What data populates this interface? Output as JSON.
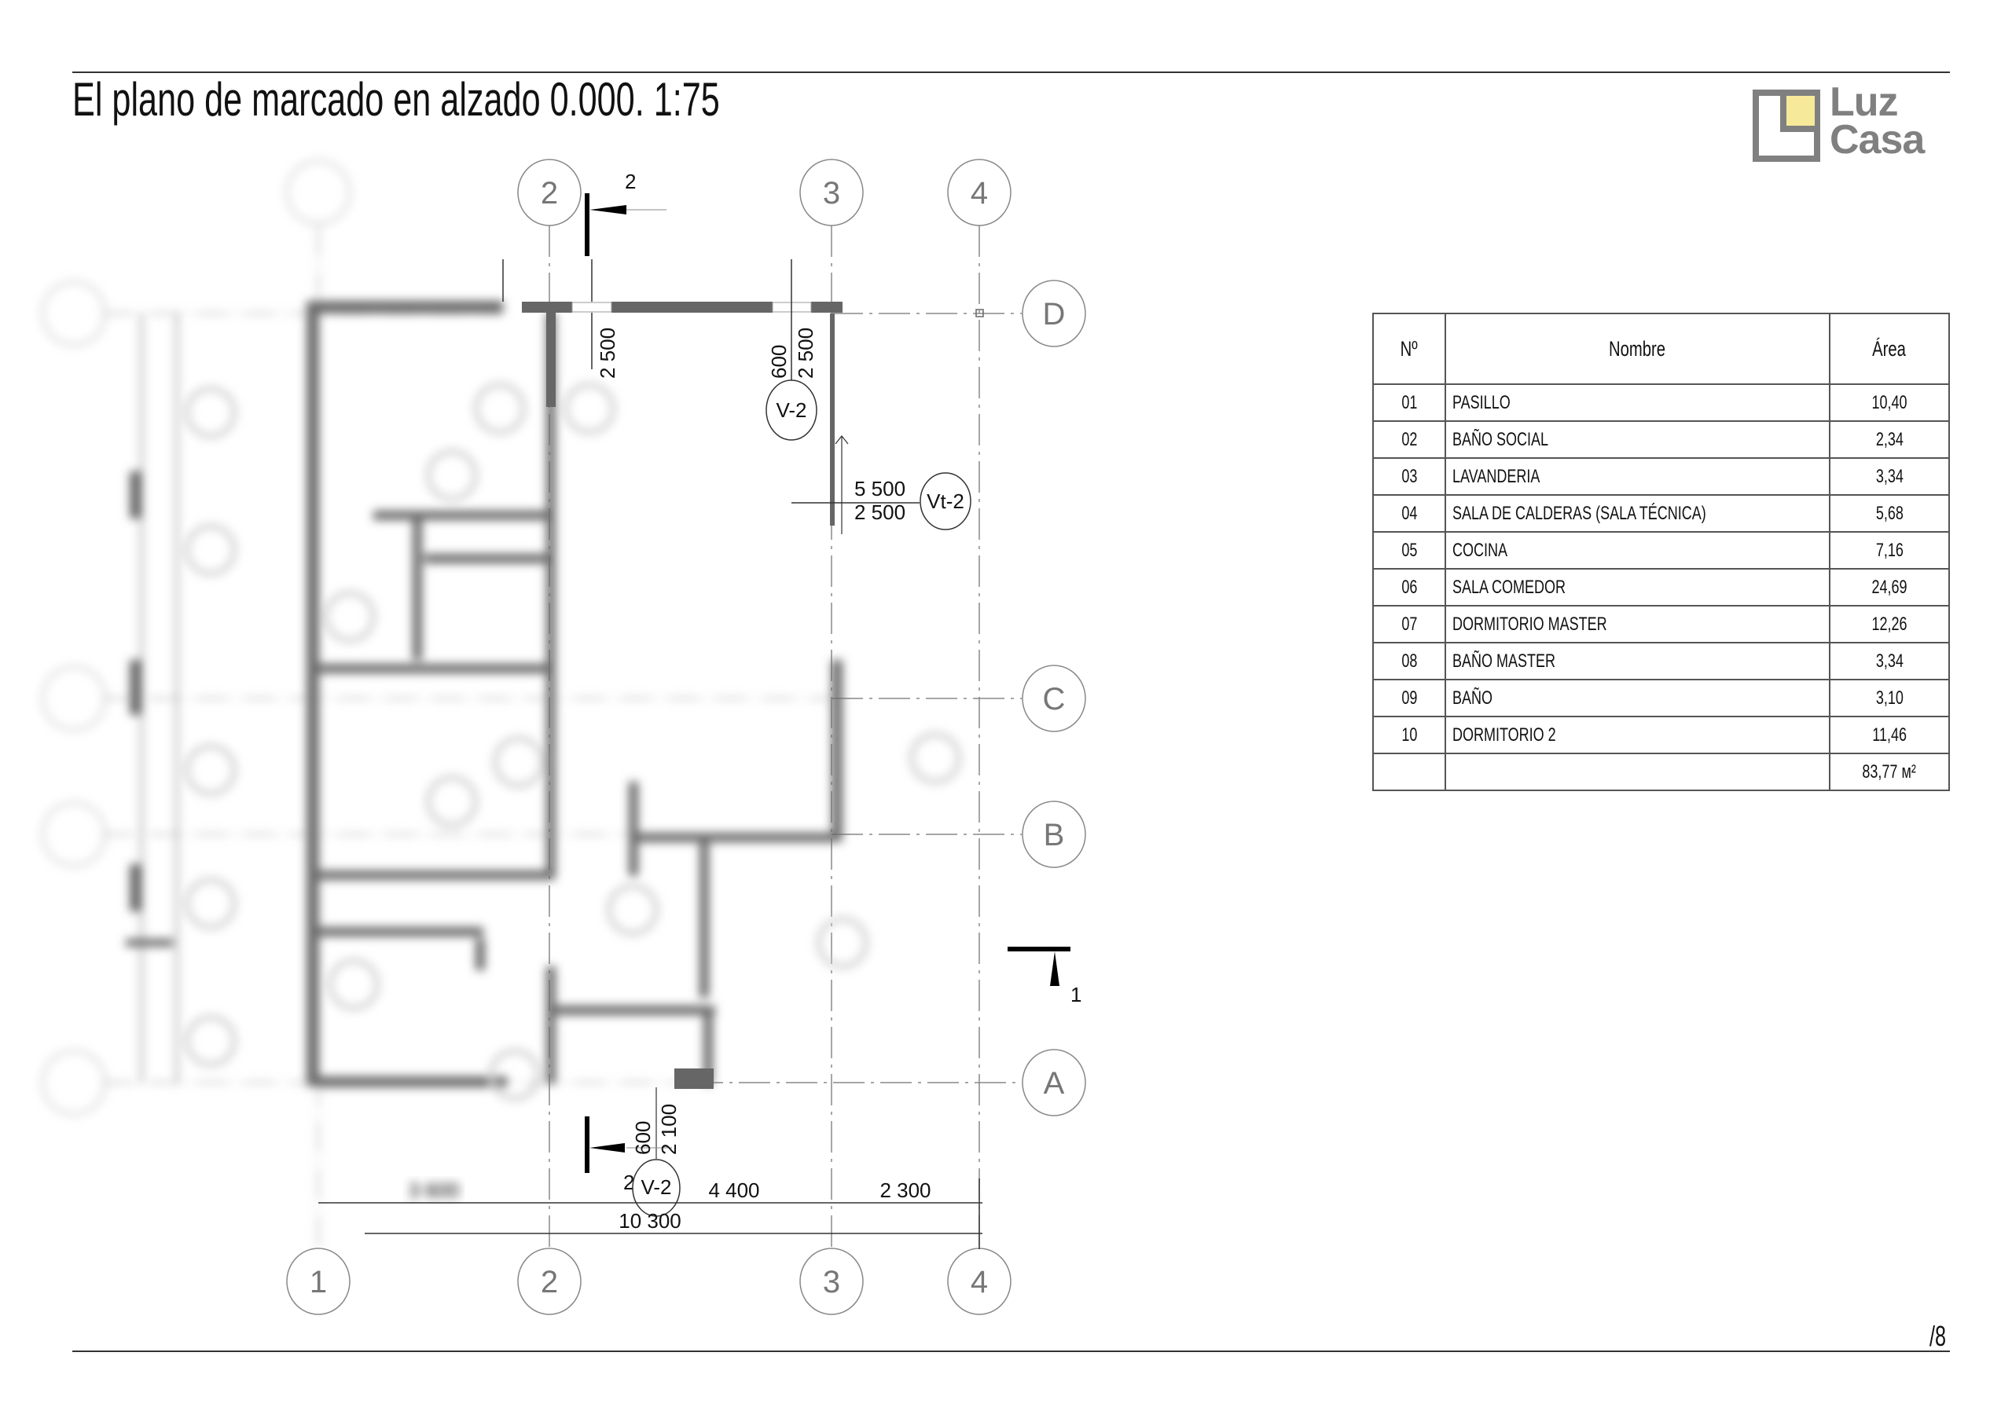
{
  "header": {
    "title": "El plano de marcado en alzado 0.000. 1:75"
  },
  "logo": {
    "line1": "Luz",
    "line2": "Casa",
    "accent_color": "#f7e99a",
    "gray": "#808080"
  },
  "grid": {
    "columns": [
      "1",
      "2",
      "3",
      "4"
    ],
    "rows": [
      "D",
      "C",
      "B",
      "A"
    ]
  },
  "plan": {
    "section_top": "2",
    "section_bottom": "2",
    "section_right": "1",
    "window_tag_top": "V-2",
    "window_top_dim1": "600",
    "window_top_dim2": "2 500",
    "window_top_left_dim": "2 500",
    "door_tag": "Vt-2",
    "door_dim1": "5 500",
    "door_dim2": "2 500",
    "window_tag_bottom": "V-2",
    "window_bottom_dim1": "600",
    "window_bottom_dim2": "2 100",
    "dims": [
      "3 600",
      "4 400",
      "2 300"
    ],
    "total_dim": "10 300"
  },
  "rooms_table": {
    "headers": {
      "num": "Nº",
      "name": "Nombre",
      "area": "Área"
    },
    "rows": [
      {
        "num": "01",
        "name": "PASILLO",
        "area": "10,40"
      },
      {
        "num": "02",
        "name": "BAÑO SOCIAL",
        "area": "2,34"
      },
      {
        "num": "03",
        "name": "LAVANDERIA",
        "area": "3,34"
      },
      {
        "num": "04",
        "name": "SALA DE CALDERAS (SALA TÉCNICA)",
        "area": "5,68"
      },
      {
        "num": "05",
        "name": "COCINA",
        "area": "7,16"
      },
      {
        "num": "06",
        "name": "SALA COMEDOR",
        "area": "24,69"
      },
      {
        "num": "07",
        "name": "DORMITORIO MASTER",
        "area": "12,26"
      },
      {
        "num": "08",
        "name": "BAÑO MASTER",
        "area": "3,34"
      },
      {
        "num": "09",
        "name": "BAÑO",
        "area": "3,10"
      },
      {
        "num": "10",
        "name": "DORMITORIO 2",
        "area": "11,46"
      }
    ],
    "total": "83,77 м²"
  },
  "footer": {
    "page": "/8"
  }
}
